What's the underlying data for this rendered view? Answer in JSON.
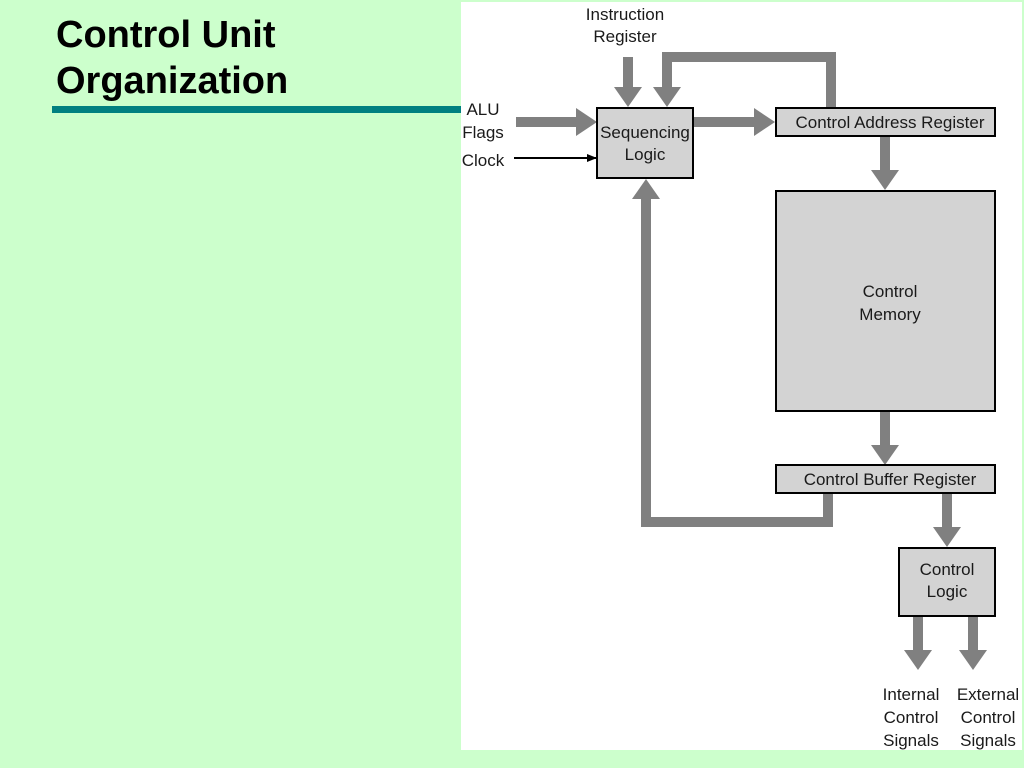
{
  "slide": {
    "title_line1": "Control Unit",
    "title_line2": "Organization"
  },
  "diagram": {
    "inputs": {
      "instruction_register": [
        "Instruction",
        "Register"
      ],
      "alu_flags": [
        "ALU",
        "Flags"
      ],
      "clock": "Clock"
    },
    "blocks": {
      "sequencing_logic": [
        "Sequencing",
        "Logic"
      ],
      "control_address_register": "Control Address Register",
      "control_memory": [
        "Control",
        "Memory"
      ],
      "control_buffer_register": "Control Buffer Register",
      "control_logic": [
        "Control",
        "Logic"
      ]
    },
    "outputs": {
      "internal_control_signals": [
        "Internal",
        "Control",
        "Signals"
      ],
      "external_control_signals": [
        "External",
        "Control",
        "Signals"
      ]
    },
    "colors": {
      "background": "#ccffcc",
      "panel": "#ffffff",
      "block_fill": "#d3d3d3",
      "arrow": "#808080",
      "title_rule": "#008080"
    }
  }
}
